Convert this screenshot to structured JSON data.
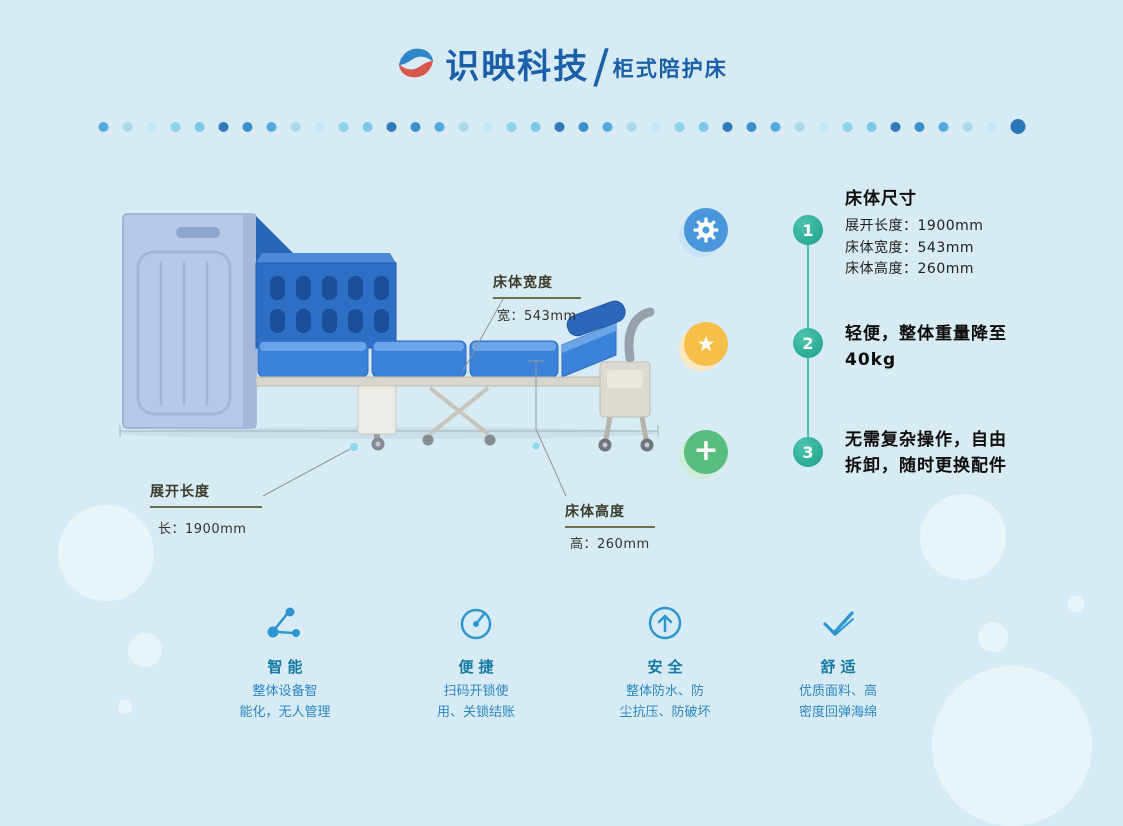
{
  "header": {
    "brand": "识映科技",
    "separator": "/",
    "product": "柜式陪护床"
  },
  "dimensions": {
    "width": {
      "label": "床体宽度",
      "value": "宽：543mm"
    },
    "length": {
      "label": "展开长度",
      "value": "长：1900mm"
    },
    "height": {
      "label": "床体高度",
      "value": "高：260mm"
    }
  },
  "specs": [
    {
      "number": "1",
      "icon": "gear-icon",
      "title": "床体尺寸",
      "lines": [
        "展开长度：1900mm",
        "床体宽度：543mm",
        "床体高度：260mm"
      ]
    },
    {
      "number": "2",
      "icon": "star-icon",
      "lines": [
        "轻便，整体重量降至",
        "40kg"
      ]
    },
    {
      "number": "3",
      "icon": "plus-icon",
      "lines": [
        "无需复杂操作，自由",
        "拆卸，随时更换配件"
      ]
    }
  ],
  "features": [
    {
      "icon": "network-icon",
      "title": "智能",
      "lines": [
        "整体设备智",
        "能化，无人管理"
      ]
    },
    {
      "icon": "gauge-icon",
      "title": "便捷",
      "lines": [
        "扫码开锁使",
        "用、关锁结账"
      ]
    },
    {
      "icon": "arrow-up-icon",
      "title": "安全",
      "lines": [
        "整体防水、防",
        "尘抗压、防破坏"
      ]
    },
    {
      "icon": "double-check-icon",
      "title": "舒适",
      "lines": [
        "优质面料、高",
        "密度回弹海绵"
      ]
    }
  ],
  "colors": {
    "background": "#d7ebf4",
    "brand_blue": "#1a5fa8",
    "accent_teal": "#3db9a4",
    "icon_blue": "#4a96dd",
    "icon_yellow": "#f5bf4a",
    "icon_green": "#58bd7d",
    "feature_blue": "#2e96d0",
    "underline_olive": "#6f6f4b",
    "dot_palette": [
      "#aadcef",
      "#7ec7e8",
      "#55a9dc",
      "#8fd2ec",
      "#3e8fcd",
      "#c2e7f4",
      "#2f79bb"
    ],
    "dot_last": "#2a76b8"
  }
}
